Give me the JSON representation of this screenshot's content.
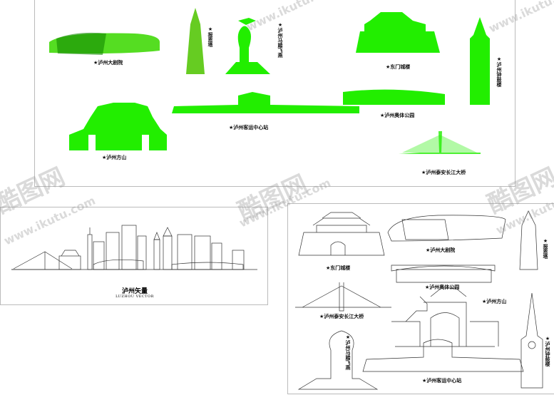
{
  "landmarks": {
    "theatre": "★泸州大剧院",
    "pagoda": "★报恩塔",
    "horse": "★泸州马踏飞燕",
    "gate": "★东门城楼",
    "clock": "★泸州钟鼓楼",
    "station": "★泸州客运中心站",
    "stadium": "★泸州奥体公园",
    "fangshan": "★泸州方山",
    "bridge": "★泸州泰安长江大桥"
  },
  "poster": {
    "title": "泸州矢量",
    "subtitle": "LUZHOU VECTOR"
  },
  "watermark": {
    "logo": "酷图网",
    "url": "www.ikutu.com"
  },
  "colors": {
    "green": "#22ee00",
    "line": "#333333"
  }
}
